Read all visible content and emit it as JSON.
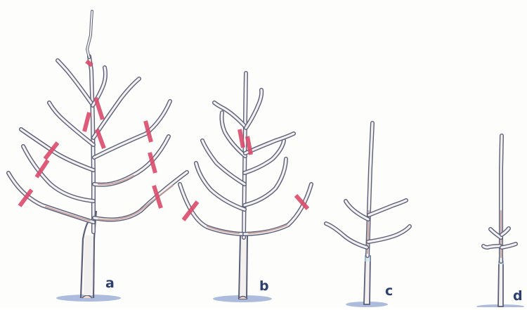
{
  "figure": {
    "trees": [
      {
        "id": "a",
        "label": "a"
      },
      {
        "id": "b",
        "label": "b"
      },
      {
        "id": "c",
        "label": "c"
      },
      {
        "id": "d",
        "label": "d"
      }
    ]
  },
  "colors": {
    "branch_outline": "#5c5f78",
    "branch_fill": "#f1efee",
    "branch_shade": "#b88f8a",
    "cut_mark": "#d94b6c",
    "ground": "#9fb0d6",
    "label": "#2c3f6e"
  }
}
